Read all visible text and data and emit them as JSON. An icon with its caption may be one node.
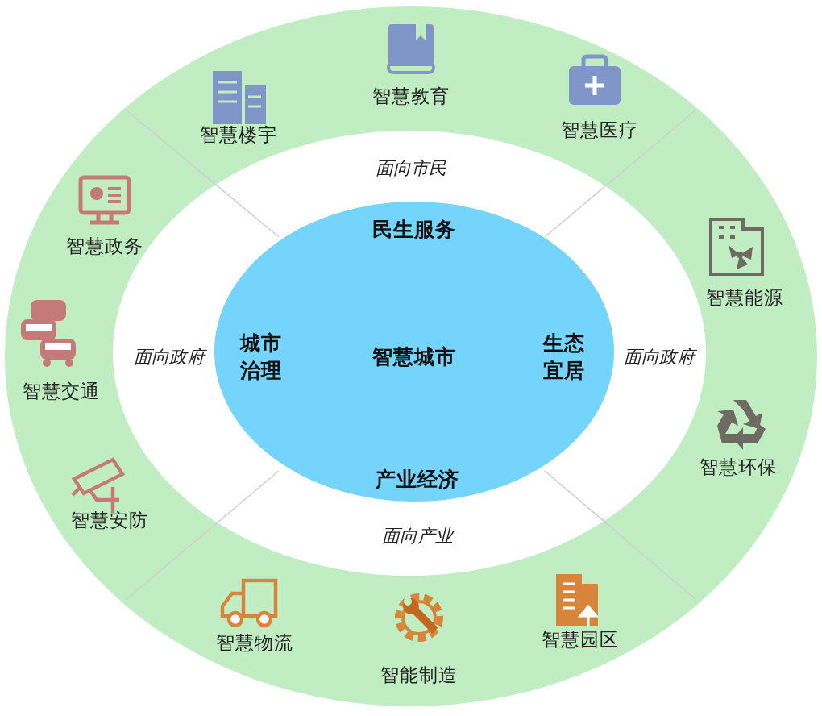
{
  "diagram": {
    "nodes": [
      {
        "text": [
          "民生服务",
          "城市治理",
          "智慧城市",
          "生态宜居",
          "产业经济"
        ]
      }
    ],
    "labels": [
      "智慧教育",
      "智慧楼宇",
      "智慧医疗",
      "面向市民",
      "智慧政务",
      "智慧能源",
      "智慧交通",
      "面向政府",
      "面向政府",
      "智慧环保",
      "智慧安防",
      "面向产业",
      "智慧物流",
      "智慧园区",
      "智能制造"
    ]
  }
}
